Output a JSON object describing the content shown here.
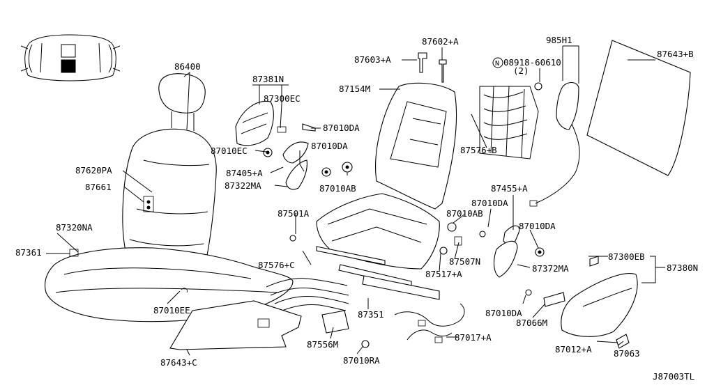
{
  "diagram": {
    "diagram_code": "J87003TL",
    "callouts": [
      {
        "id": "86400",
        "text": "86400"
      },
      {
        "id": "87381N",
        "text": "87381N"
      },
      {
        "id": "87300EC",
        "text": "87300EC"
      },
      {
        "id": "87010DA_1",
        "text": "87010DA"
      },
      {
        "id": "87010EC",
        "text": "87010EC"
      },
      {
        "id": "87010DA_2",
        "text": "87010DA"
      },
      {
        "id": "87405A",
        "text": "87405+A"
      },
      {
        "id": "87322MA",
        "text": "87322MA"
      },
      {
        "id": "87620PA",
        "text": "87620PA"
      },
      {
        "id": "87661",
        "text": "87661"
      },
      {
        "id": "87320NA",
        "text": "87320NA"
      },
      {
        "id": "87361",
        "text": "87361"
      },
      {
        "id": "87603A",
        "text": "87603+A"
      },
      {
        "id": "87602A",
        "text": "87602+A"
      },
      {
        "id": "87154M",
        "text": "87154M"
      },
      {
        "id": "985H1",
        "text": "985H1"
      },
      {
        "id": "08918",
        "text": "08918-60610"
      },
      {
        "id": "08918qty",
        "text": "(2)"
      },
      {
        "id": "nut_symbol",
        "text": "N"
      },
      {
        "id": "87643B",
        "text": "87643+B"
      },
      {
        "id": "87576B",
        "text": "87576+B"
      },
      {
        "id": "87010AB_1",
        "text": "87010AB"
      },
      {
        "id": "87455A",
        "text": "87455+A"
      },
      {
        "id": "87010DA_3",
        "text": "87010DA"
      },
      {
        "id": "87010AB_2",
        "text": "87010AB"
      },
      {
        "id": "87010DA_4",
        "text": "87010DA"
      },
      {
        "id": "87501A",
        "text": "87501A"
      },
      {
        "id": "87576C",
        "text": "87576+C"
      },
      {
        "id": "87507N",
        "text": "87507N"
      },
      {
        "id": "87517A",
        "text": "87517+A"
      },
      {
        "id": "87372MA",
        "text": "87372MA"
      },
      {
        "id": "87300EB",
        "text": "87300EB"
      },
      {
        "id": "87380N",
        "text": "87380N"
      },
      {
        "id": "87010EE",
        "text": "87010EE"
      },
      {
        "id": "87351",
        "text": "87351"
      },
      {
        "id": "87010DA_5",
        "text": "87010DA"
      },
      {
        "id": "87066M",
        "text": "87066M"
      },
      {
        "id": "87017A",
        "text": "87017+A"
      },
      {
        "id": "87556M",
        "text": "87556M"
      },
      {
        "id": "87010RA",
        "text": "87010RA"
      },
      {
        "id": "87012A",
        "text": "87012+A"
      },
      {
        "id": "87063",
        "text": "87063"
      },
      {
        "id": "87643C",
        "text": "87643+C"
      }
    ]
  }
}
